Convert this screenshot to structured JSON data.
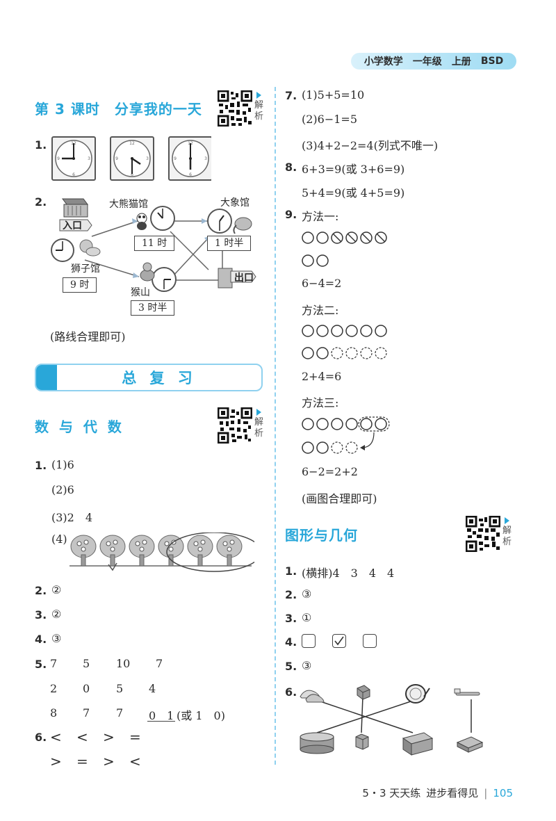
{
  "header": {
    "subject": "小学数学",
    "grade": "一年级",
    "volume": "上册",
    "edition": "BSD"
  },
  "qr_label": "解析",
  "lesson": {
    "title": "第 3 课时　分享我的一天",
    "q1_num": "1.",
    "q2_num": "2.",
    "map": {
      "entrance": "入口",
      "exit": "出口",
      "panda": "大熊猫馆",
      "elephant": "大象馆",
      "lion": "狮子馆",
      "monkey": "猴山",
      "t_panda": "11 时",
      "t_elephant": "1 时半",
      "t_lion": "9 时",
      "t_monkey": "3 时半"
    },
    "note": "(路线合理即可)"
  },
  "review_title": "总 复 习",
  "algebra": {
    "title": "数 与 代 数",
    "q1": {
      "num": "1.",
      "a": "(1)6",
      "b": "(2)6",
      "c": "(3)2　4",
      "d": "(4)"
    },
    "q2": {
      "num": "2.",
      "ans": "②"
    },
    "q3": {
      "num": "3.",
      "ans": "②"
    },
    "q4": {
      "num": "4.",
      "ans": "③"
    },
    "q5": {
      "num": "5.",
      "row1": [
        "7",
        "5",
        "10",
        "7"
      ],
      "row2": [
        "2",
        "0",
        "5",
        "4"
      ],
      "row3": [
        "8",
        "7",
        "7"
      ],
      "row3_last": "0　1",
      "row3_alt": "(或 1　0)"
    },
    "q6": {
      "num": "6.",
      "row1": [
        "<",
        "<",
        ">",
        "="
      ],
      "row2": [
        ">",
        "=",
        ">",
        "<"
      ]
    }
  },
  "right": {
    "q7": {
      "num": "7.",
      "a": "(1)5+5=10",
      "b": "(2)6−1=5",
      "c": "(3)4+2−2=4(列式不唯一)"
    },
    "q8": {
      "num": "8.",
      "a": "6+3=9(或 3+6=9)",
      "b": "5+4=9(或 4+5=9)"
    },
    "q9": {
      "num": "9.",
      "m1": "方法一:",
      "m1_eq": "6−4=2",
      "m2": "方法二:",
      "m2_eq": "2+4=6",
      "m3": "方法三:",
      "m3_eq": "6−2=2+2",
      "note": "(画图合理即可)"
    }
  },
  "geometry": {
    "title": "图形与几何",
    "q1": {
      "num": "1.",
      "ans": "(横排)4　3　4　4"
    },
    "q2": {
      "num": "2.",
      "ans": "③"
    },
    "q3": {
      "num": "3.",
      "ans": "①"
    },
    "q4": {
      "num": "4."
    },
    "q5": {
      "num": "5.",
      "ans": "③"
    },
    "q6": {
      "num": "6."
    }
  },
  "footer": {
    "series": "5・3 天天练",
    "slogan": "进步看得见",
    "page": "105"
  }
}
